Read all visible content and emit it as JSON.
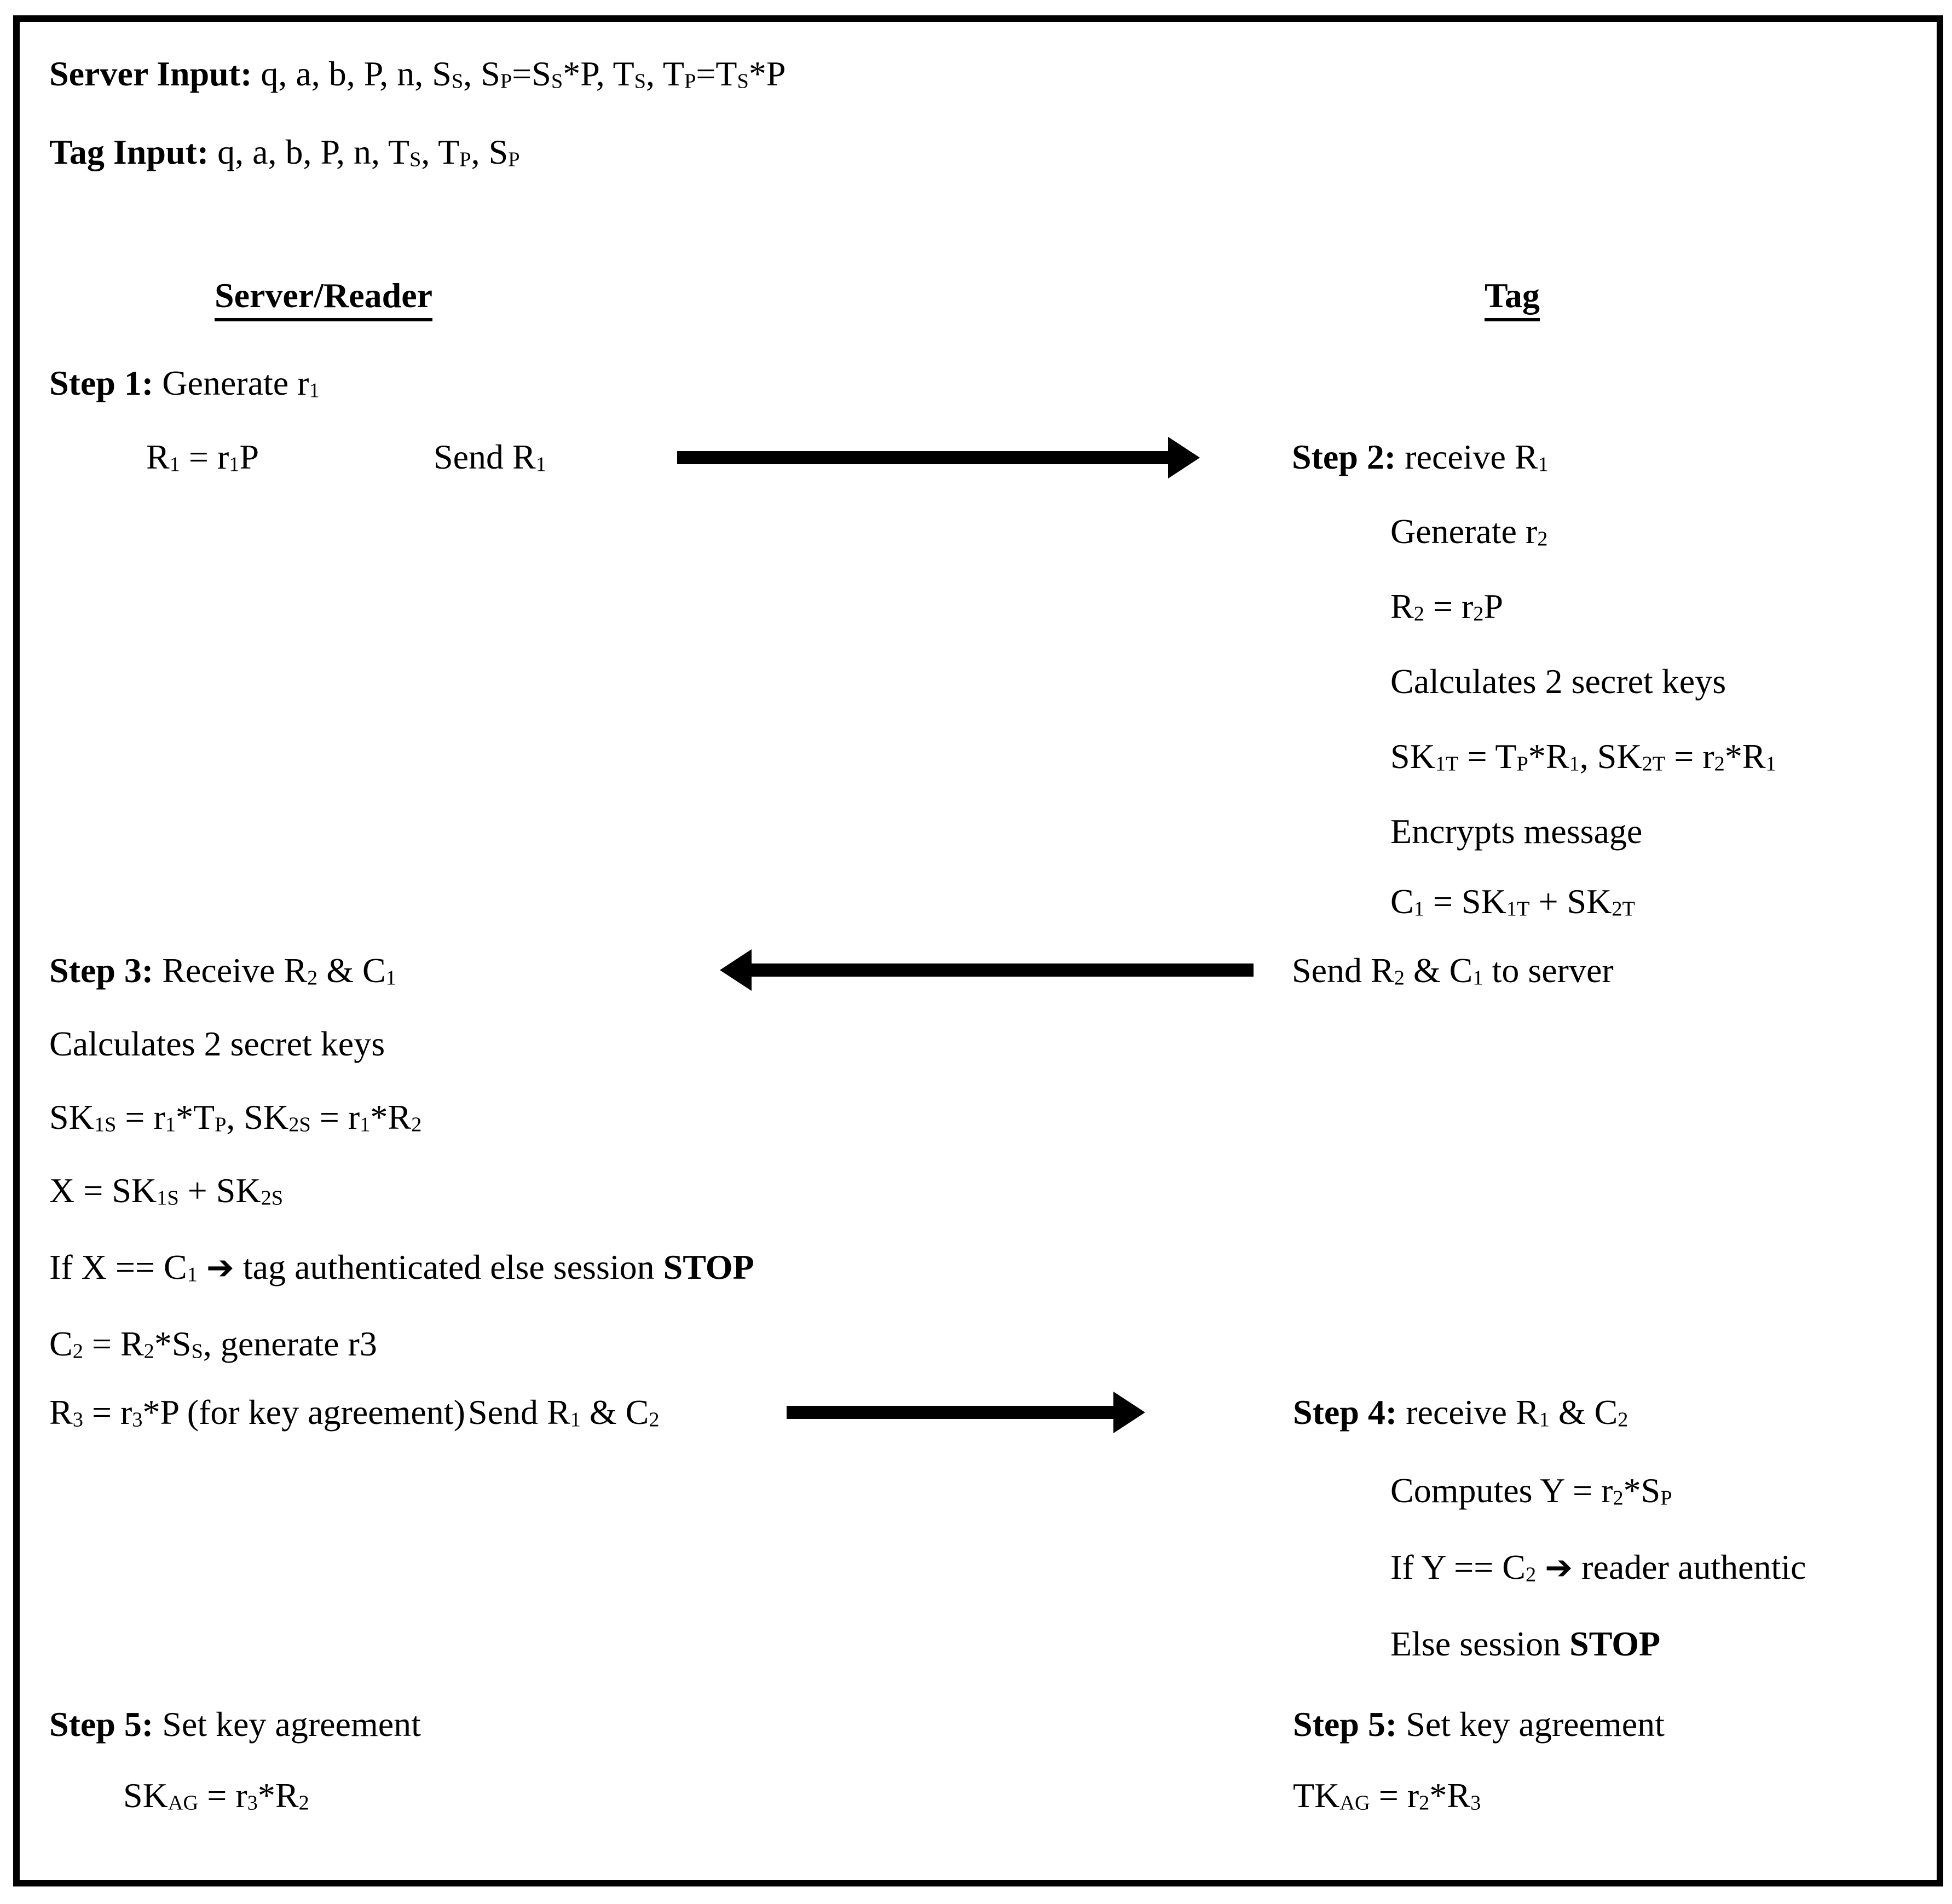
{
  "inputs": {
    "server_label": "Server Input:",
    "server_value": " q, a, b, P, n, S_{S}, S_{P}=S_{S}*P, T_{S}, T_{P}=T_{S}*P",
    "tag_label": "Tag Input:",
    "tag_value": " q, a, b, P, n, T_{S}, T_{P}, S_{P}"
  },
  "headers": {
    "server": "Server/Reader",
    "tag": "Tag"
  },
  "icons": {
    "flow_arrow": "➔"
  },
  "server": {
    "step1_label": "Step 1:",
    "step1_text": " Generate r_{1}",
    "r1_eq": "R_{1} = r_{1}P",
    "send1": "Send R_{1}",
    "step3_label": "Step 3:",
    "step3_text": " Receive R_{2} & C_{1}",
    "calc_keys": "Calculates 2 secret keys",
    "sk_eq": "SK_{1S} = r_{1}*T_{P}, SK_{2S} = r_{1}*R_{2}",
    "x_eq": "X = SK_{1S} + SK_{2S}",
    "if_pre": "If X == C_{1} ",
    "if_post": " tag authenticated else session ",
    "if_stop": "STOP",
    "c2_eq": "C_{2} = R_{2}*S_{S}, generate r3",
    "r3_eq": "R_{3} = r_{3}*P (for key agreement)",
    "send2": "Send R_{1} & C_{2}",
    "step5_label": "Step 5:",
    "step5_text": " Set key agreement",
    "skag_eq": "SK_{AG} = r_{3}*R_{2}"
  },
  "tag": {
    "step2_label": "Step 2:",
    "step2_text": " receive R_{1}",
    "lines": [
      "Generate r_{2}",
      "R_{2} = r_{2}P",
      "Calculates 2 secret keys",
      "SK_{1T} = T_{P}*R_{1}, SK_{2T} = r_{2}*R_{1}",
      "Encrypts message",
      "C_{1} = SK_{1T} + SK_{2T}"
    ],
    "send_to_server": "Send R_{2} & C_{1} to server",
    "step4_label": "Step 4:",
    "step4_text": " receive R_{1} & C_{2}",
    "computes": "Computes Y = r_{2}*S_{P}",
    "ify_pre": "If Y == C_{2} ",
    "ify_post": " reader authentic",
    "else_pre": "Else session ",
    "else_stop": "STOP",
    "step5_label": "Step 5:",
    "step5_text": " Set key agreement",
    "tkag_eq": "TK_{AG} = r_{2}*R_{3}"
  }
}
